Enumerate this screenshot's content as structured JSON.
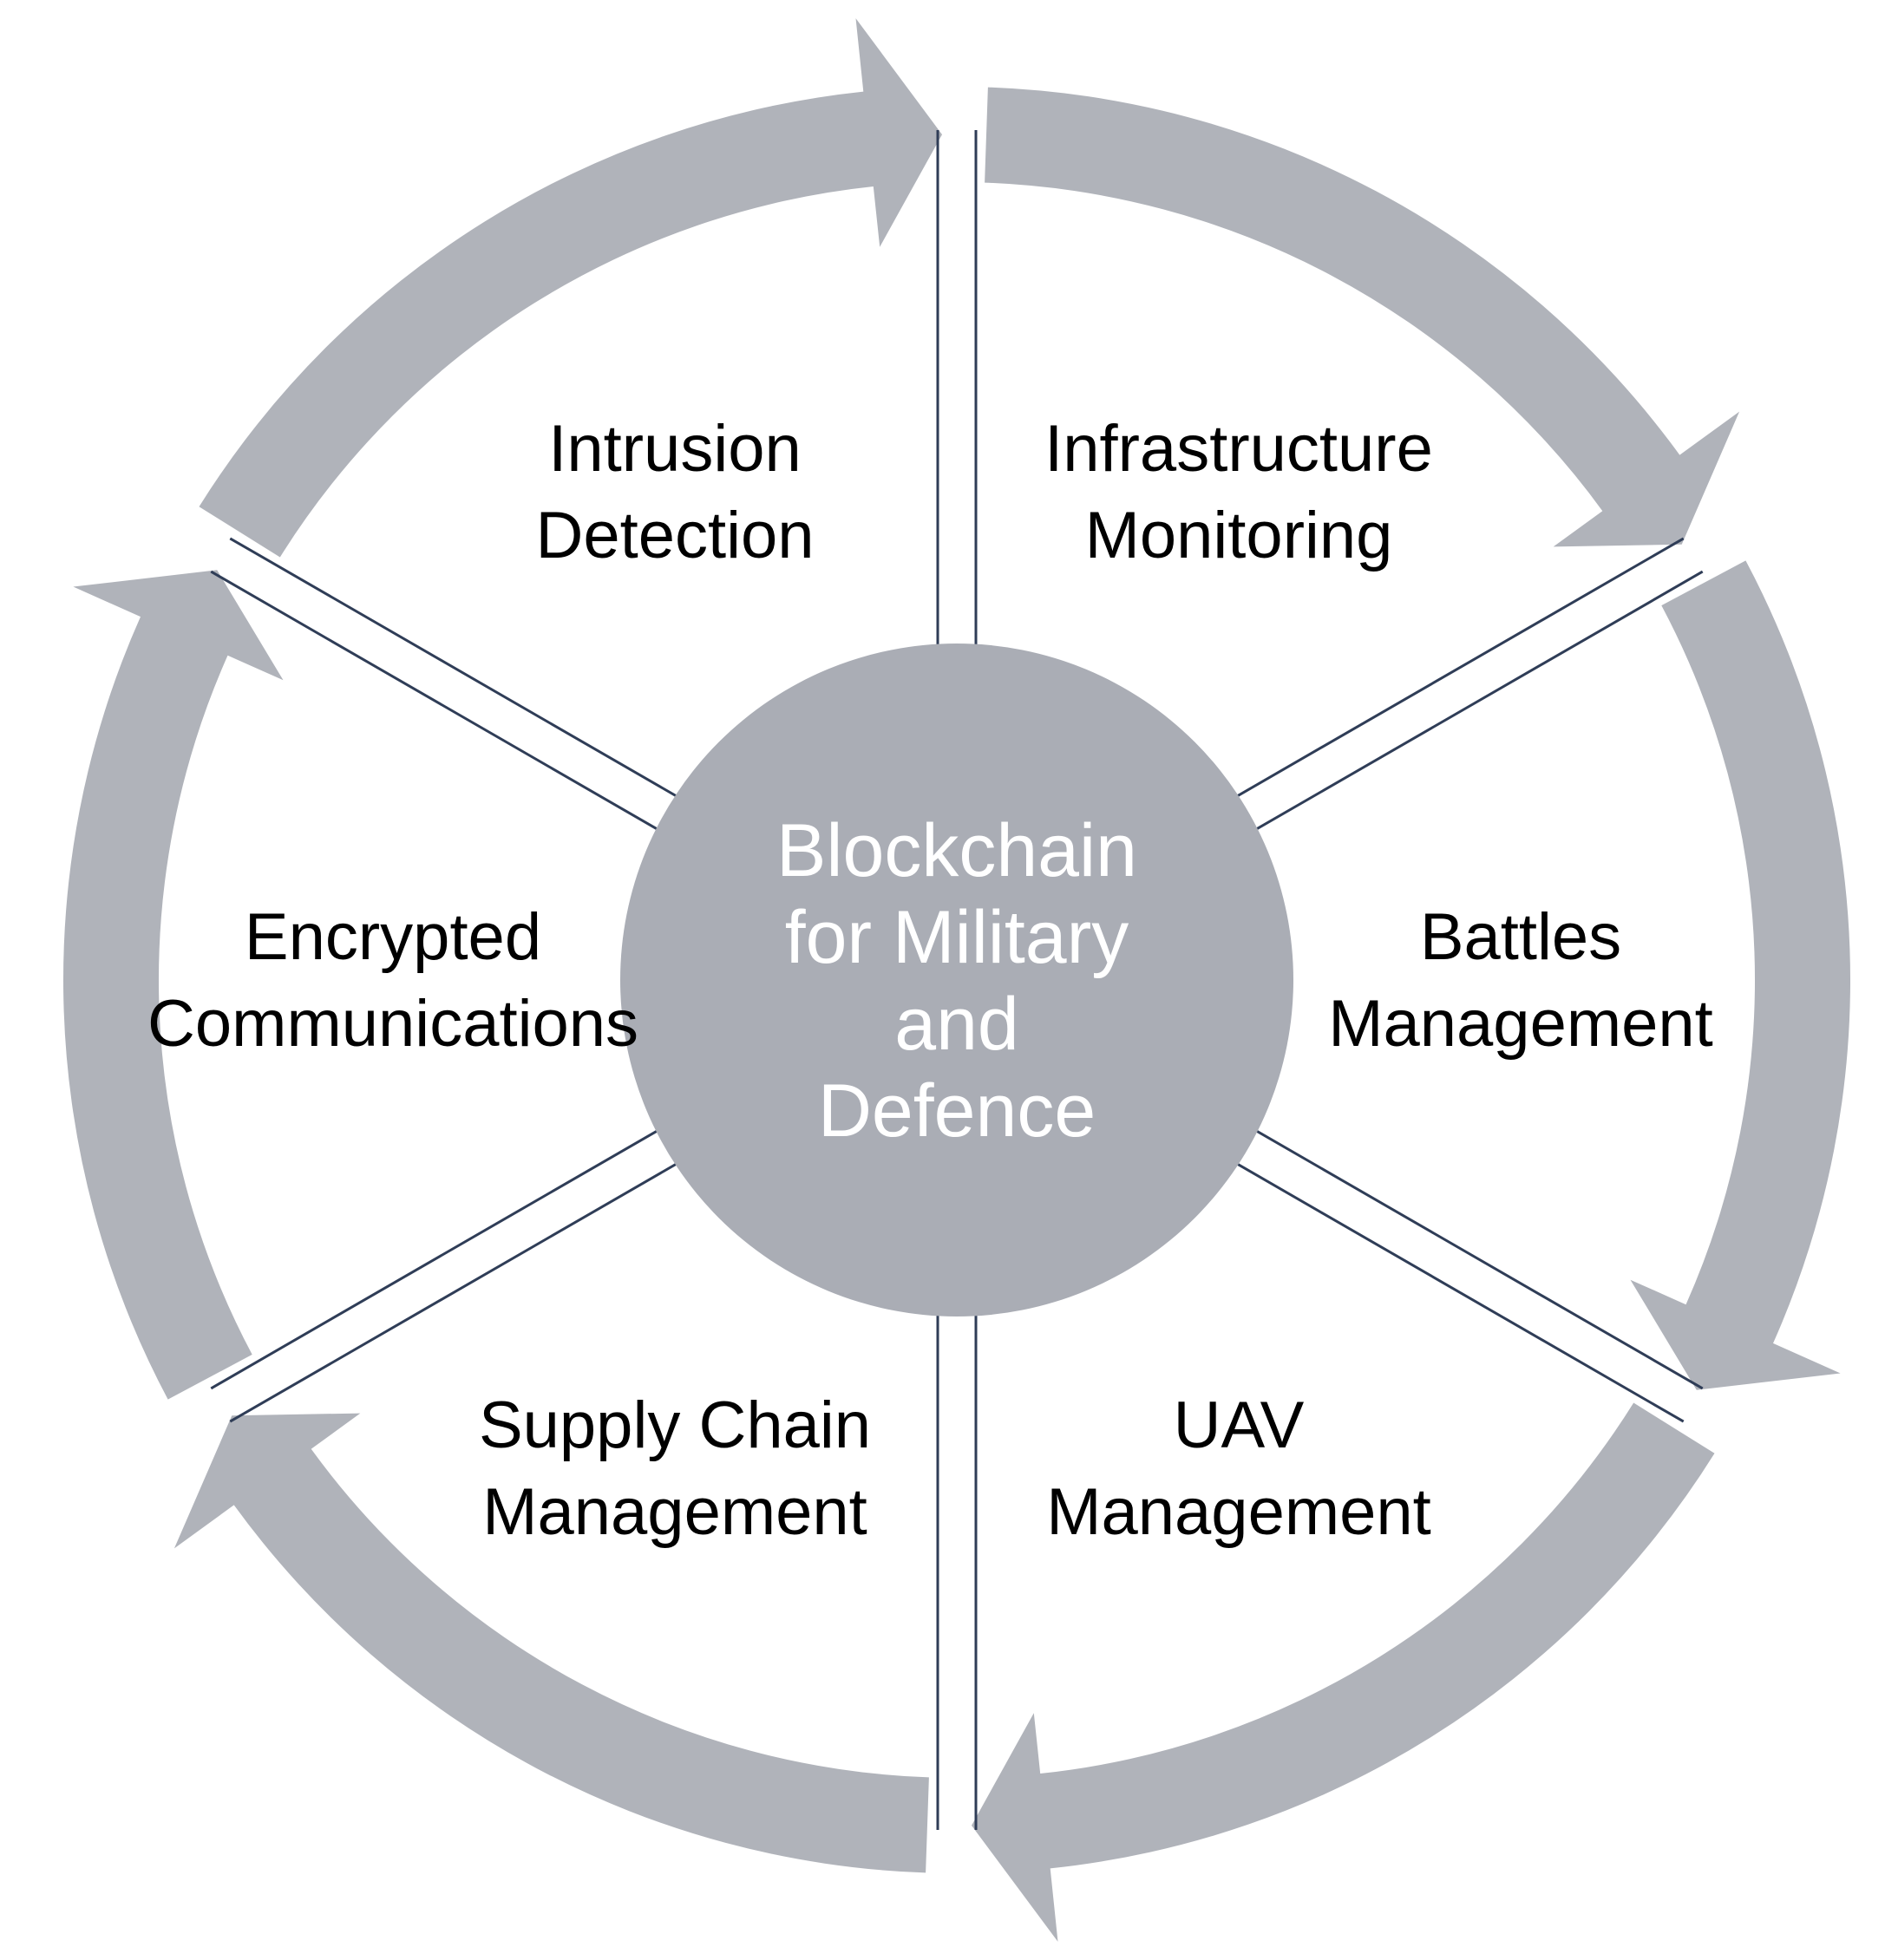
{
  "diagram": {
    "center": {
      "lines": [
        "Blockchain",
        "for Military",
        "and",
        "Defence"
      ]
    },
    "segments": [
      {
        "id": "intrusion-detection",
        "lines": [
          "Intrusion",
          "Detection"
        ]
      },
      {
        "id": "infrastructure-monitoring",
        "lines": [
          "Infrastructure",
          "Monitoring"
        ]
      },
      {
        "id": "battles-management",
        "lines": [
          "Battles",
          "Management"
        ]
      },
      {
        "id": "uav-management",
        "lines": [
          "UAV",
          "Management"
        ]
      },
      {
        "id": "supply-chain-management",
        "lines": [
          "Supply Chain",
          "Management"
        ]
      },
      {
        "id": "encrypted-communications",
        "lines": [
          "Encrypted",
          "Communications"
        ]
      }
    ],
    "colors": {
      "arrow": "#b0b3ba",
      "hub": "#aaadb5",
      "divider": "#2f3d57",
      "segment_text": "#000000",
      "center_text": "#ffffff"
    },
    "arrow_direction": "clockwise"
  }
}
